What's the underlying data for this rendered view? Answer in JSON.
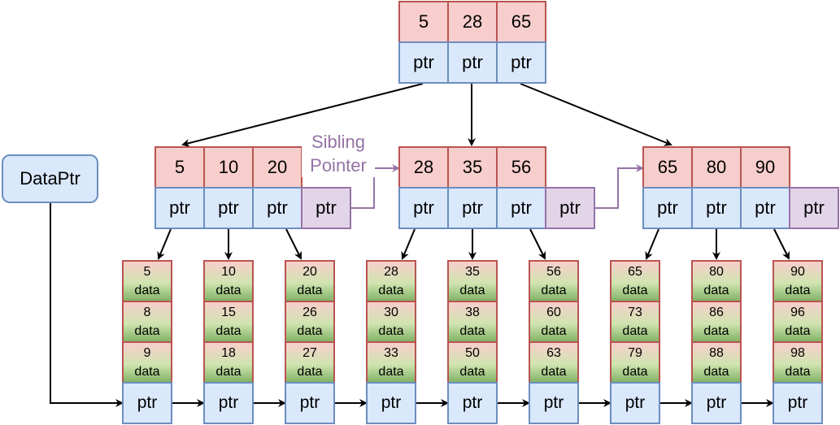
{
  "root": {
    "keys": [
      "5",
      "28",
      "65"
    ],
    "ptr_label": "ptr"
  },
  "internal_nodes": [
    {
      "keys": [
        "5",
        "10",
        "20"
      ],
      "sibling_label": "ptr"
    },
    {
      "keys": [
        "28",
        "35",
        "56"
      ],
      "sibling_label": "ptr"
    },
    {
      "keys": [
        "65",
        "80",
        "90"
      ],
      "sibling_label": "ptr"
    }
  ],
  "leaves": [
    {
      "entries": [
        {
          "key": "5",
          "label": "data"
        },
        {
          "key": "8",
          "label": "data"
        },
        {
          "key": "9",
          "label": "data"
        }
      ],
      "ptr_label": "ptr"
    },
    {
      "entries": [
        {
          "key": "10",
          "label": "data"
        },
        {
          "key": "15",
          "label": "data"
        },
        {
          "key": "18",
          "label": "data"
        }
      ],
      "ptr_label": "ptr"
    },
    {
      "entries": [
        {
          "key": "20",
          "label": "data"
        },
        {
          "key": "26",
          "label": "data"
        },
        {
          "key": "27",
          "label": "data"
        }
      ],
      "ptr_label": "ptr"
    },
    {
      "entries": [
        {
          "key": "28",
          "label": "data"
        },
        {
          "key": "30",
          "label": "data"
        },
        {
          "key": "33",
          "label": "data"
        }
      ],
      "ptr_label": "ptr"
    },
    {
      "entries": [
        {
          "key": "35",
          "label": "data"
        },
        {
          "key": "38",
          "label": "data"
        },
        {
          "key": "50",
          "label": "data"
        }
      ],
      "ptr_label": "ptr"
    },
    {
      "entries": [
        {
          "key": "56",
          "label": "data"
        },
        {
          "key": "60",
          "label": "data"
        },
        {
          "key": "63",
          "label": "data"
        }
      ],
      "ptr_label": "ptr"
    },
    {
      "entries": [
        {
          "key": "65",
          "label": "data"
        },
        {
          "key": "73",
          "label": "data"
        },
        {
          "key": "79",
          "label": "data"
        }
      ],
      "ptr_label": "ptr"
    },
    {
      "entries": [
        {
          "key": "80",
          "label": "data"
        },
        {
          "key": "86",
          "label": "data"
        },
        {
          "key": "88",
          "label": "data"
        }
      ],
      "ptr_label": "ptr"
    },
    {
      "entries": [
        {
          "key": "90",
          "label": "data"
        },
        {
          "key": "96",
          "label": "data"
        },
        {
          "key": "98",
          "label": "data"
        }
      ],
      "ptr_label": "ptr"
    }
  ],
  "data_ptr": {
    "label": "DataPtr"
  },
  "sibling_pointer": {
    "label_line1": "Sibling",
    "label_line2": "Pointer"
  },
  "colors": {
    "key_fill": "#f8cecc",
    "key_border": "#b85450",
    "ptr_fill": "#dae8fc",
    "ptr_border": "#6c8ebf",
    "sibling_fill": "#e1d5e7",
    "sibling_border": "#9673a6",
    "data_gradient_end": "#82b366"
  }
}
